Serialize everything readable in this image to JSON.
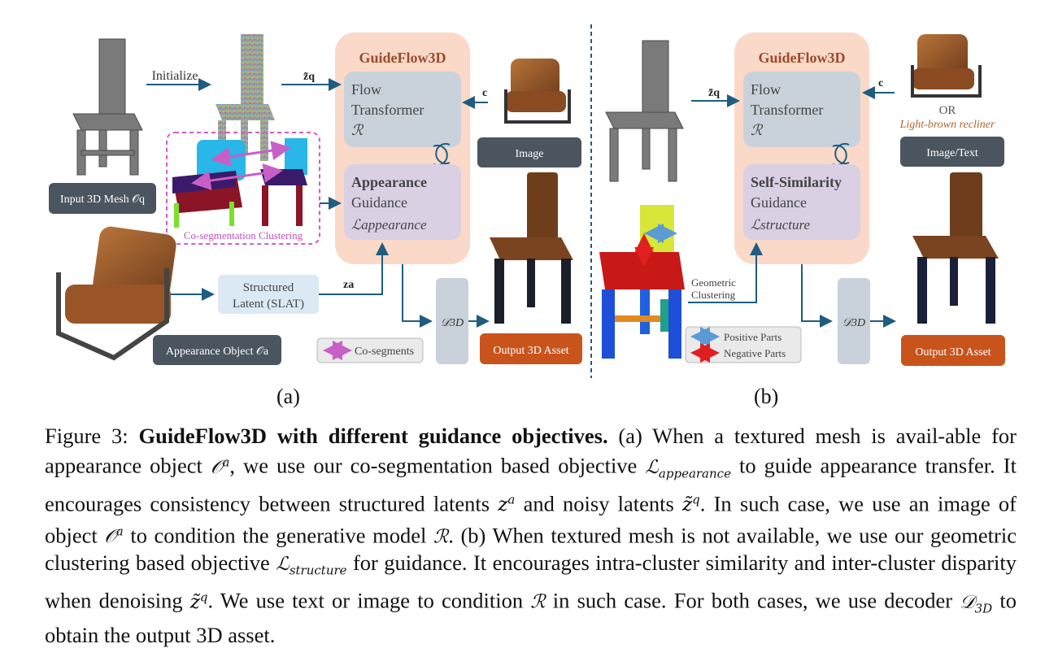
{
  "panel_a": {
    "arrow_initialize": "Initialize",
    "zq_label": "z̃q",
    "za_label": "za",
    "c_label": "c",
    "guideflow_title": "GuideFlow3D",
    "flow_block": [
      "Flow",
      "Transformer",
      "ℛ"
    ],
    "guidance_block": [
      "Appearance",
      "Guidance",
      "ℒappearance"
    ],
    "input_mesh_label": "Input 3D Mesh 𝒪q",
    "coseg_label": "Co-segmentation Clustering",
    "image_label": "Image",
    "structured_latent": [
      "Structured",
      "Latent (SLAT)"
    ],
    "appearance_object": "Appearance Object 𝒪a",
    "coseg_legend": "Co-segments",
    "decoder": "𝒟3D",
    "output": "Output 3D Asset",
    "subfig": "(a)"
  },
  "panel_b": {
    "zq_label": "z̃q",
    "c_label": "c",
    "guideflow_title": "GuideFlow3D",
    "flow_block": [
      "Flow",
      "Transformer",
      "ℛ"
    ],
    "guidance_block": [
      "Self-Similarity",
      "Guidance",
      "ℒstructure"
    ],
    "or_text": "OR",
    "text_prompt": "Light-brown recliner",
    "image_text_label": "Image/Text",
    "geometric_clustering": [
      "Geometric",
      "Clustering"
    ],
    "positive_parts": "Positive Parts",
    "negative_parts": "Negative Parts",
    "decoder": "𝒟3D",
    "output": "Output 3D Asset",
    "subfig": "(b)"
  },
  "caption": {
    "figure_num": "Figure 3: ",
    "bold": "GuideFlow3D with different guidance objectives.",
    "s1": " (a) When a textured mesh is avail-able for appearance object ",
    "s2": ", we use our co-segmentation based objective ",
    "s3": " to guide appearance transfer. It encourages consistency between structured latents ",
    "s4": " and noisy latents ",
    "s5": ". In such case, we use an image of object ",
    "s6": " to condition the generative model ",
    "s7": ". (b) When textured mesh is not available, we use our geometric clustering based objective ",
    "s8": " for guidance. It encourages intra-cluster similarity and inter-cluster disparity when denoising ",
    "s9": ". We use text or image to condition ",
    "s10": " in such case. For both cases, we use decoder ",
    "s11": " to obtain the output 3D asset."
  },
  "colors": {
    "guideflow_bg": "#fbd9c8",
    "flow_block": "#c9d2da",
    "guidance_block": "#d9d0e3",
    "dark_label": "#4b5560",
    "output_label": "#c8541c",
    "latent_box": "#dbe9f5",
    "arrow": "#1f5d80",
    "coseg_border": "#d55bc5"
  }
}
